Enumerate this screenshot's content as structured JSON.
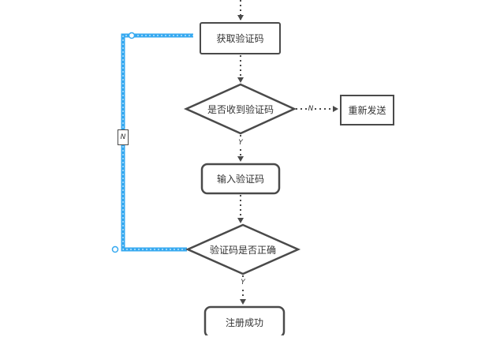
{
  "nodes": {
    "get_code": "获取验证码",
    "received_code": "是否收到验证码",
    "resend": "重新发送",
    "input_code": "输入验证码",
    "code_correct": "验证码是否正确",
    "register_success": "注册成功"
  },
  "edges": {
    "no_resend": "N",
    "yes_input": "Y",
    "loop_no": "N",
    "yes_success": "Y"
  },
  "colors": {
    "stroke": "#4a4a4a",
    "selected_edge": "#36a9f0",
    "text": "#333333",
    "background": "#ffffff"
  }
}
